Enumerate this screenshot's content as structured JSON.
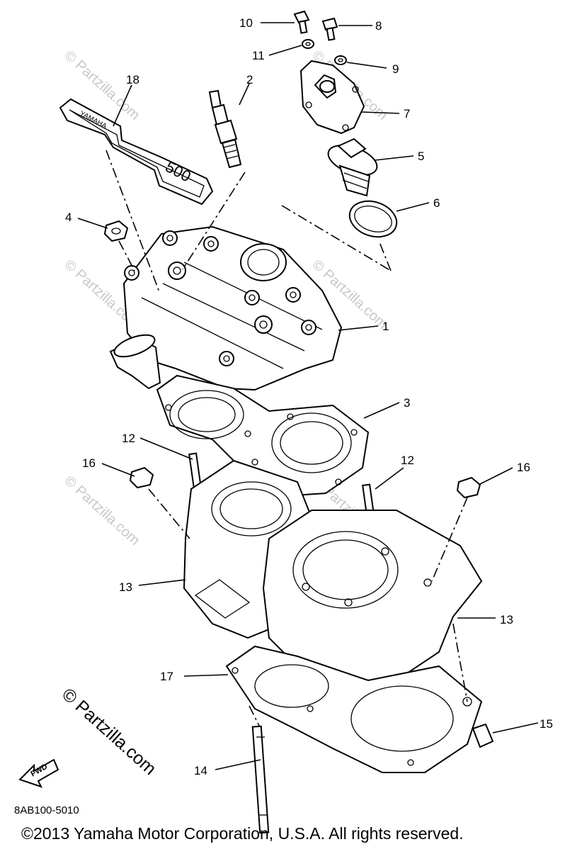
{
  "diagram": {
    "code": "8AB100-5010",
    "copyright": "©2013  Yamaha Motor Corporation, U.S.A. All rights reserved.",
    "watermark": "© Partzilla.com",
    "fwd_label": "FWD",
    "decal_text": "YAMAHA",
    "decal_number": "500",
    "callouts": [
      "1",
      "2",
      "3",
      "4",
      "5",
      "6",
      "7",
      "8",
      "9",
      "10",
      "11",
      "12",
      "12",
      "13",
      "13",
      "14",
      "15",
      "16",
      "16",
      "17",
      "18"
    ]
  }
}
